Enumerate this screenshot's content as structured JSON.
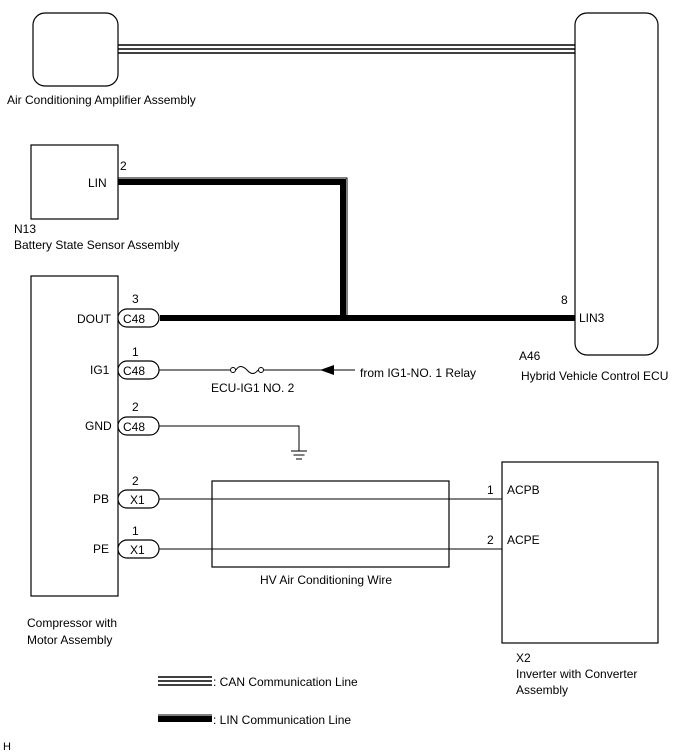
{
  "components": {
    "ac_amp": {
      "label": "Air Conditioning Amplifier Assembly"
    },
    "hv_ecu": {
      "code": "A46",
      "label": "Hybrid Vehicle Control ECU",
      "pin": "8",
      "terminal": "LIN3"
    },
    "battery_sensor": {
      "code": "N13",
      "label": "Battery State Sensor Assembly",
      "pin": "2",
      "terminal": "LIN"
    },
    "compressor": {
      "label_line1": "Compressor with",
      "label_line2": "Motor Assembly",
      "terminals": [
        {
          "name": "DOUT",
          "pin": "3",
          "connector": "C48"
        },
        {
          "name": "IG1",
          "pin": "1",
          "connector": "C48"
        },
        {
          "name": "GND",
          "pin": "2",
          "connector": "C48"
        },
        {
          "name": "PB",
          "pin": "2",
          "connector": "X1"
        },
        {
          "name": "PE",
          "pin": "1",
          "connector": "X1"
        }
      ]
    },
    "inverter": {
      "code": "X2",
      "label_line1": "Inverter with Converter",
      "label_line2": "Assembly",
      "terminals": [
        {
          "pin": "1",
          "name": "ACPB"
        },
        {
          "pin": "2",
          "name": "ACPE"
        }
      ]
    }
  },
  "fuse": {
    "label": "ECU-IG1 NO. 2"
  },
  "relay": {
    "label": "from IG1-NO. 1 Relay"
  },
  "harness": {
    "label": "HV Air Conditioning Wire"
  },
  "legend": {
    "can": "CAN Communication Line",
    "lin": "LIN Communication Line"
  },
  "corner_mark": "H"
}
